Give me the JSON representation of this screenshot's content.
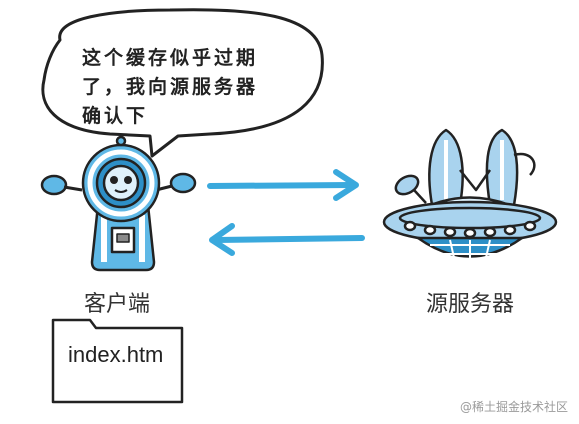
{
  "speech_bubble": {
    "lines": [
      "这个缓存似乎过期",
      "了，我向源服务器",
      "确认下"
    ]
  },
  "client": {
    "label": "客户端"
  },
  "server": {
    "label": "源服务器"
  },
  "file": {
    "name": "index.htm"
  },
  "watermark": "@稀土掘金技术社区",
  "colors": {
    "arrow": "#3aa9dd",
    "robot_body": "#5fb8e6",
    "robot_dark": "#2d8fc7",
    "ufo_body": "#a9d3ee",
    "outline": "#222222"
  }
}
